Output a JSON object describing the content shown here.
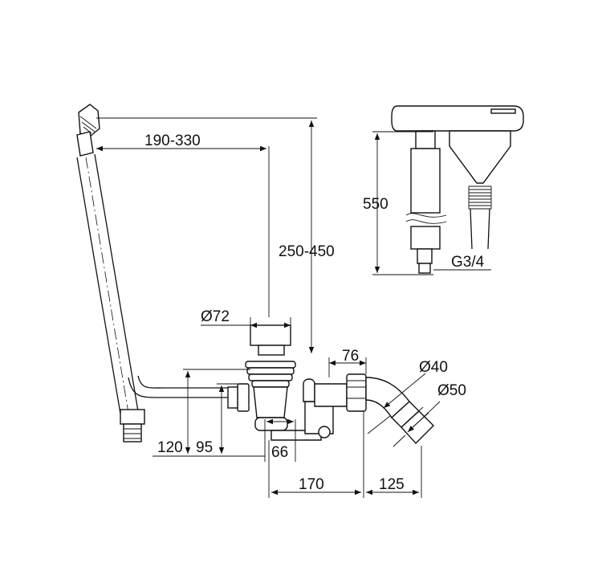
{
  "dimensions": {
    "adjust_horizontal": "190-330",
    "adjust_vertical": "250-450",
    "fill_height": "550",
    "thread": "G3/4",
    "diameter_waste": "Ø72",
    "overflow_offset": "76",
    "diameter_40": "Ø40",
    "diameter_50": "Ø50",
    "height_120": "120",
    "height_95": "95",
    "trap_66": "66",
    "length_170": "170",
    "length_125": "125"
  }
}
